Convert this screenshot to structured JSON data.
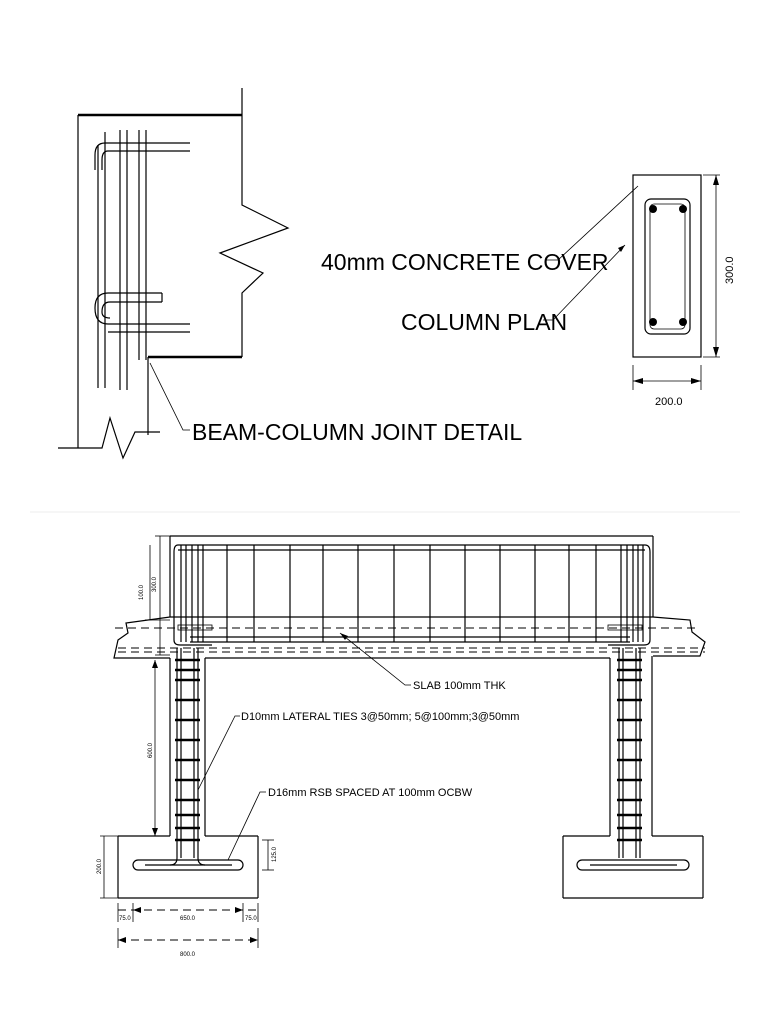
{
  "top": {
    "joint_label": "BEAM-COLUMN JOINT DETAIL",
    "cover_label": "40mm CONCRETE COVER",
    "plan_label": "COLUMN PLAN",
    "plan_height": "300.0",
    "plan_width": "200.0"
  },
  "bottom": {
    "slab_label": "SLAB 100mm THK",
    "ties_label": "D10mm LATERAL TIES 3@50mm; 5@100mm;3@50mm",
    "rsb_label": "D16mm RSB SPACED AT 100mm OCBW",
    "dim_100": "100.0",
    "dim_300": "300.0",
    "dim_600": "600.0",
    "dim_200": "200.0",
    "dim_125": "125.0",
    "dim_75_left": "75.0",
    "dim_650": "650.0",
    "dim_75_right": "75.0",
    "dim_800": "800.0"
  }
}
